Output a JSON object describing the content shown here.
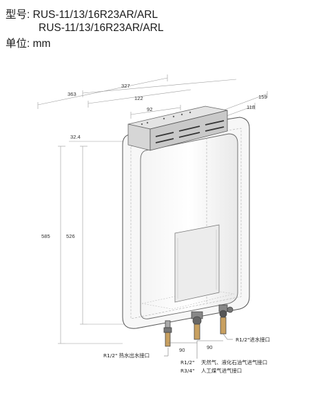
{
  "header": {
    "model_label": "型号:",
    "model_line1": "RUS-11/13/16R23AR/ARL",
    "model_line2": "RUS-11/13/16R23AR/ARL",
    "unit_label": "单位:",
    "unit_value": "mm"
  },
  "dimensions": {
    "d363": "363",
    "d327": "327",
    "d122": "122",
    "d92": "92",
    "d159": "159",
    "d118": "118",
    "d32_4": "32.4",
    "d585": "585",
    "d526": "526",
    "d90_left": "90",
    "d90_right": "90"
  },
  "callouts": {
    "hot_water_outlet": "R1/2\" 热水出水接口",
    "cold_water_inlet": "R1/2\"进水接口",
    "gas_r12": "R1/2\"",
    "gas_r12_text": "天然气、液化石油气进气接口",
    "gas_r34": "R3/4\"",
    "gas_r34_text": "人工煤气进气接口"
  }
}
